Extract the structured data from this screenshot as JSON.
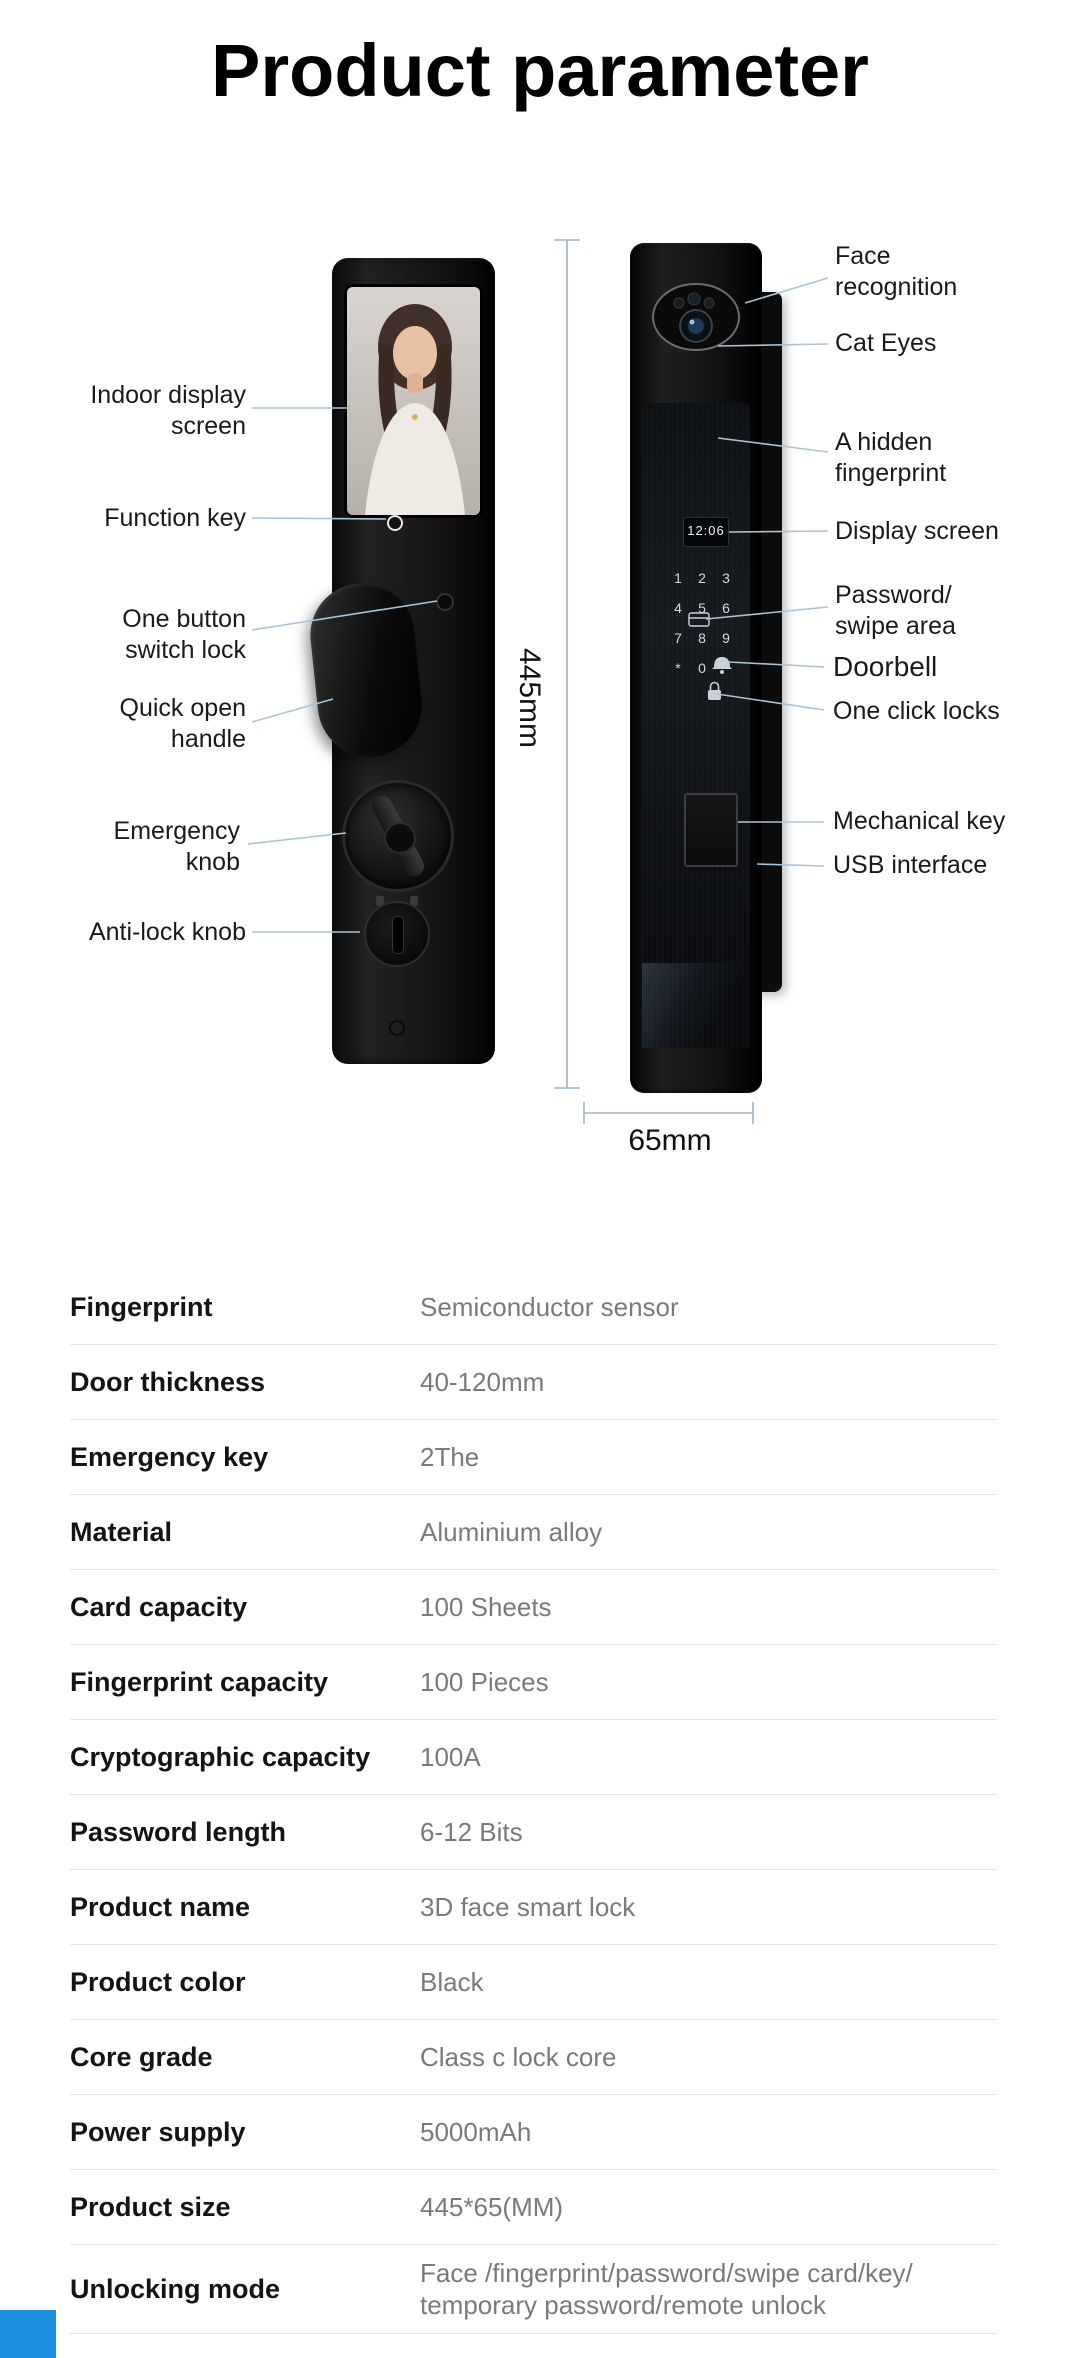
{
  "page": {
    "title": "Product parameter"
  },
  "diagram": {
    "height_label": "445mm",
    "width_label": "65mm",
    "display_time": "12:06",
    "keypad": [
      [
        "1",
        "2",
        "3"
      ],
      [
        "4",
        "5",
        "6"
      ],
      [
        "7",
        "8",
        "9"
      ],
      [
        "*",
        "0",
        ""
      ]
    ],
    "icons": [
      "cat-eye-camera-lens-icon",
      "swipe-card-icon",
      "doorbell-bell-icon",
      "one-click-lock-padlock-icon",
      "portrait-photo"
    ],
    "left_callouts": [
      {
        "label": "Indoor display\nscreen"
      },
      {
        "label": "Function key"
      },
      {
        "label": "One button\nswitch lock"
      },
      {
        "label": "Quick open\nhandle"
      },
      {
        "label": "Emergency\nknob"
      },
      {
        "label": "Anti-lock knob"
      }
    ],
    "right_callouts": [
      {
        "label": "Face\nrecognition"
      },
      {
        "label": "Cat Eyes"
      },
      {
        "label": "A hidden\nfingerprint"
      },
      {
        "label": "Display screen"
      },
      {
        "label": "Password/\nswipe area"
      },
      {
        "label": "Doorbell"
      },
      {
        "label": "One click locks"
      },
      {
        "label": "Mechanical key"
      },
      {
        "label": "USB interface"
      }
    ]
  },
  "specs": {
    "rows": [
      {
        "label": "Fingerprint",
        "value": "Semiconductor sensor"
      },
      {
        "label": "Door thickness",
        "value": "40-120mm"
      },
      {
        "label": "Emergency key",
        "value": "2The"
      },
      {
        "label": "Material",
        "value": "Aluminium alloy"
      },
      {
        "label": "Card capacity",
        "value": "100 Sheets"
      },
      {
        "label": "Fingerprint capacity",
        "value": "100 Pieces"
      },
      {
        "label": "Cryptographic capacity",
        "value": "100A"
      },
      {
        "label": "Password length",
        "value": "6-12 Bits"
      },
      {
        "label": "Product name",
        "value": "3D face smart lock"
      },
      {
        "label": "Product color",
        "value": "Black"
      },
      {
        "label": "Core grade",
        "value": "Class c lock core"
      },
      {
        "label": "Power supply",
        "value": "5000mAh"
      },
      {
        "label": "Product size",
        "value": "445*65(MM)"
      },
      {
        "label": "Unlocking mode",
        "value": "Face /fingerprint/password/swipe card/key/\ntemporary password/remote unlock"
      }
    ]
  },
  "colors": {
    "callout_line": "#a9c4d8",
    "dim_line": "#9fb3c4",
    "accent_blue": "#1d8fe1",
    "label_text": "#141414",
    "value_text": "#7a7a7a"
  }
}
